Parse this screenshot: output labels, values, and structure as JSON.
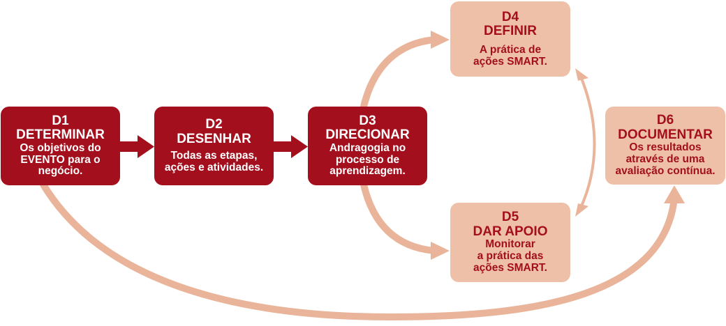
{
  "colors": {
    "dark_box": "#a30f1c",
    "light_box": "#eec0a7",
    "dark_arrow": "#a30f1c",
    "light_arrow": "#e9b49a",
    "light_text": "#a30f1c"
  },
  "steps": [
    {
      "code": "D1",
      "title": "DETERMINAR",
      "lines": [
        "Os objetivos do",
        "EVENTO para o",
        "negócio."
      ]
    },
    {
      "code": "D2",
      "title": "DESENHAR",
      "lines": [
        "Todas as etapas,",
        "ações e atividades."
      ]
    },
    {
      "code": "D3",
      "title": "DIRECIONAR",
      "lines": [
        "Andragogia no",
        "processo de",
        "aprendizagem."
      ]
    },
    {
      "code": "D4",
      "title": "DEFINIR",
      "lines": [
        "A prática de",
        "ações SMART."
      ]
    },
    {
      "code": "D5",
      "title": "DAR APOIO",
      "lines": [
        "Monitorar",
        "a prática das",
        "ações SMART."
      ]
    },
    {
      "code": "D6",
      "title": "DOCUMENTAR",
      "lines": [
        "Os resultados",
        "através de uma",
        "avaliação contínua."
      ]
    }
  ]
}
